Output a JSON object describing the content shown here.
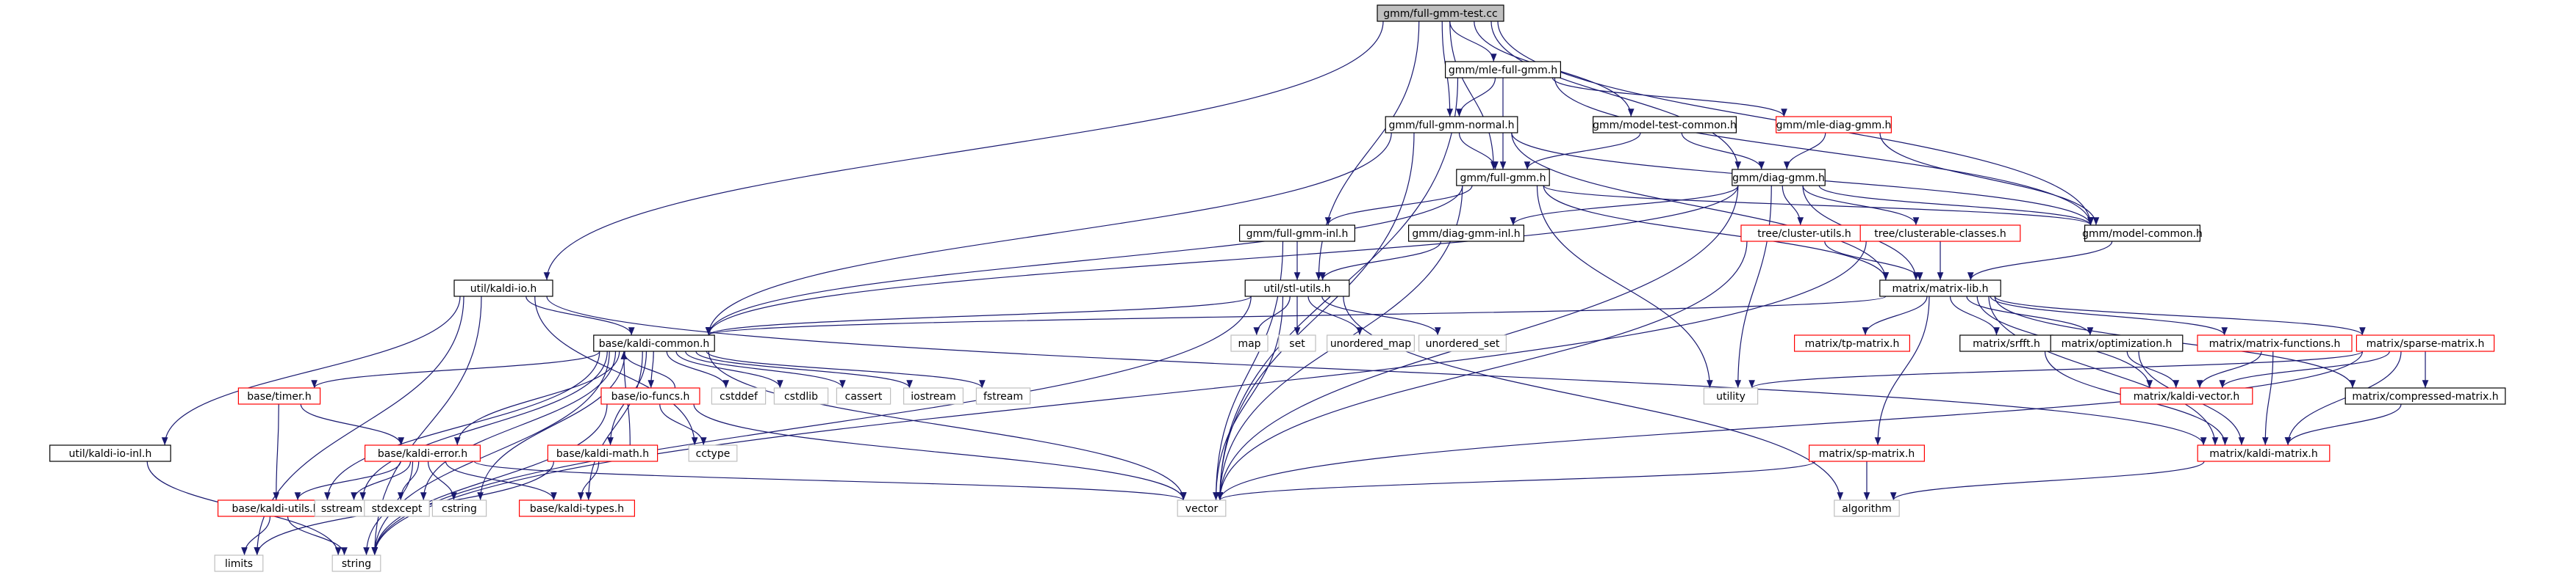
{
  "colors": {
    "edge": "#191970",
    "root_fill": "#bfbfbf",
    "black_border": "#000000",
    "red_border": "#ff0000",
    "gray_border": "#bfbfbf",
    "text": "#000000"
  },
  "nodes": [
    {
      "id": "root",
      "label": "gmm/full-gmm-test.cc",
      "style": "root"
    },
    {
      "id": "mle_full",
      "label": "gmm/mle-full-gmm.h",
      "style": "black"
    },
    {
      "id": "full_normal",
      "label": "gmm/full-gmm-normal.h",
      "style": "black"
    },
    {
      "id": "model_test",
      "label": "gmm/model-test-common.h",
      "style": "black"
    },
    {
      "id": "mle_diag",
      "label": "gmm/mle-diag-gmm.h",
      "style": "red"
    },
    {
      "id": "full_gmm",
      "label": "gmm/full-gmm.h",
      "style": "black"
    },
    {
      "id": "diag_gmm",
      "label": "gmm/diag-gmm.h",
      "style": "black"
    },
    {
      "id": "full_gmm_inl",
      "label": "gmm/full-gmm-inl.h",
      "style": "black"
    },
    {
      "id": "diag_gmm_inl",
      "label": "gmm/diag-gmm-inl.h",
      "style": "black"
    },
    {
      "id": "cluster_utils",
      "label": "tree/cluster-utils.h",
      "style": "red"
    },
    {
      "id": "clusterable",
      "label": "tree/clusterable-classes.h",
      "style": "red"
    },
    {
      "id": "model_common",
      "label": "gmm/model-common.h",
      "style": "black"
    },
    {
      "id": "kaldi_io",
      "label": "util/kaldi-io.h",
      "style": "black"
    },
    {
      "id": "stl_utils",
      "label": "util/stl-utils.h",
      "style": "black"
    },
    {
      "id": "matrix_lib",
      "label": "matrix/matrix-lib.h",
      "style": "black"
    },
    {
      "id": "kaldi_common",
      "label": "base/kaldi-common.h",
      "style": "black"
    },
    {
      "id": "map",
      "label": "map",
      "style": "gray"
    },
    {
      "id": "set",
      "label": "set",
      "style": "gray"
    },
    {
      "id": "unordered_map",
      "label": "unordered_map",
      "style": "gray"
    },
    {
      "id": "unordered_set",
      "label": "unordered_set",
      "style": "gray"
    },
    {
      "id": "tp_matrix",
      "label": "matrix/tp-matrix.h",
      "style": "red"
    },
    {
      "id": "srfft",
      "label": "matrix/srfft.h",
      "style": "black"
    },
    {
      "id": "optimization",
      "label": "matrix/optimization.h",
      "style": "black"
    },
    {
      "id": "matrix_functions",
      "label": "matrix/matrix-functions.h",
      "style": "red"
    },
    {
      "id": "sparse_matrix",
      "label": "matrix/sparse-matrix.h",
      "style": "red"
    },
    {
      "id": "timer",
      "label": "base/timer.h",
      "style": "red"
    },
    {
      "id": "io_funcs",
      "label": "base/io-funcs.h",
      "style": "red"
    },
    {
      "id": "cstddef",
      "label": "cstddef",
      "style": "gray"
    },
    {
      "id": "cstdlib",
      "label": "cstdlib",
      "style": "gray"
    },
    {
      "id": "cassert",
      "label": "cassert",
      "style": "gray"
    },
    {
      "id": "iostream",
      "label": "iostream",
      "style": "gray"
    },
    {
      "id": "fstream",
      "label": "fstream",
      "style": "gray"
    },
    {
      "id": "utility",
      "label": "utility",
      "style": "gray"
    },
    {
      "id": "kaldi_vector",
      "label": "matrix/kaldi-vector.h",
      "style": "red"
    },
    {
      "id": "compressed",
      "label": "matrix/compressed-matrix.h",
      "style": "black"
    },
    {
      "id": "kaldi_io_inl",
      "label": "util/kaldi-io-inl.h",
      "style": "black"
    },
    {
      "id": "kaldi_error",
      "label": "base/kaldi-error.h",
      "style": "red"
    },
    {
      "id": "cctype",
      "label": "cctype",
      "style": "gray"
    },
    {
      "id": "kaldi_math",
      "label": "base/kaldi-math.h",
      "style": "red"
    },
    {
      "id": "sp_matrix",
      "label": "matrix/sp-matrix.h",
      "style": "red"
    },
    {
      "id": "kaldi_matrix",
      "label": "matrix/kaldi-matrix.h",
      "style": "red"
    },
    {
      "id": "kaldi_utils",
      "label": "base/kaldi-utils.h",
      "style": "red"
    },
    {
      "id": "sstream",
      "label": "sstream",
      "style": "gray"
    },
    {
      "id": "stdexcept",
      "label": "stdexcept",
      "style": "gray"
    },
    {
      "id": "cstring",
      "label": "cstring",
      "style": "gray"
    },
    {
      "id": "kaldi_types",
      "label": "base/kaldi-types.h",
      "style": "red"
    },
    {
      "id": "vector",
      "label": "vector",
      "style": "gray"
    },
    {
      "id": "algorithm",
      "label": "algorithm",
      "style": "gray"
    },
    {
      "id": "limits",
      "label": "limits",
      "style": "gray"
    },
    {
      "id": "string",
      "label": "string",
      "style": "gray"
    }
  ],
  "edges": [
    [
      "root",
      "mle_full"
    ],
    [
      "root",
      "full_normal"
    ],
    [
      "root",
      "full_gmm"
    ],
    [
      "root",
      "model_test"
    ],
    [
      "root",
      "diag_gmm"
    ],
    [
      "root",
      "model_common"
    ],
    [
      "root",
      "kaldi_io"
    ],
    [
      "root",
      "stl_utils"
    ],
    [
      "mle_full",
      "full_normal"
    ],
    [
      "mle_full",
      "full_gmm"
    ],
    [
      "mle_full",
      "mle_diag"
    ],
    [
      "mle_full",
      "model_common"
    ],
    [
      "mle_full",
      "vector"
    ],
    [
      "full_normal",
      "full_gmm"
    ],
    [
      "full_normal",
      "kaldi_common"
    ],
    [
      "full_normal",
      "matrix_lib"
    ],
    [
      "full_normal",
      "vector"
    ],
    [
      "full_normal",
      "model_common"
    ],
    [
      "model_test",
      "full_gmm"
    ],
    [
      "model_test",
      "diag_gmm"
    ],
    [
      "mle_diag",
      "diag_gmm"
    ],
    [
      "mle_diag",
      "model_common"
    ],
    [
      "full_gmm",
      "full_gmm_inl"
    ],
    [
      "full_gmm",
      "kaldi_common"
    ],
    [
      "full_gmm",
      "model_common"
    ],
    [
      "full_gmm",
      "matrix_lib"
    ],
    [
      "full_gmm",
      "vector"
    ],
    [
      "full_gmm",
      "utility"
    ],
    [
      "diag_gmm",
      "diag_gmm_inl"
    ],
    [
      "diag_gmm",
      "cluster_utils"
    ],
    [
      "diag_gmm",
      "clusterable"
    ],
    [
      "diag_gmm",
      "model_common"
    ],
    [
      "diag_gmm",
      "matrix_lib"
    ],
    [
      "diag_gmm",
      "kaldi_common"
    ],
    [
      "diag_gmm",
      "vector"
    ],
    [
      "diag_gmm",
      "utility"
    ],
    [
      "full_gmm_inl",
      "stl_utils"
    ],
    [
      "full_gmm_inl",
      "vector"
    ],
    [
      "diag_gmm_inl",
      "stl_utils"
    ],
    [
      "cluster_utils",
      "matrix_lib"
    ],
    [
      "cluster_utils",
      "vector"
    ],
    [
      "clusterable",
      "matrix_lib"
    ],
    [
      "clusterable",
      "string"
    ],
    [
      "model_common",
      "matrix_lib"
    ],
    [
      "kaldi_io",
      "kaldi_common"
    ],
    [
      "kaldi_io",
      "kaldi_io_inl"
    ],
    [
      "kaldi_io",
      "kaldi_matrix"
    ],
    [
      "kaldi_io",
      "cctype"
    ],
    [
      "kaldi_io",
      "limits"
    ],
    [
      "kaldi_io",
      "string"
    ],
    [
      "stl_utils",
      "kaldi_common"
    ],
    [
      "stl_utils",
      "map"
    ],
    [
      "stl_utils",
      "set"
    ],
    [
      "stl_utils",
      "unordered_map"
    ],
    [
      "stl_utils",
      "unordered_set"
    ],
    [
      "stl_utils",
      "algorithm"
    ],
    [
      "stl_utils",
      "vector"
    ],
    [
      "stl_utils",
      "string"
    ],
    [
      "matrix_lib",
      "kaldi_common"
    ],
    [
      "matrix_lib",
      "tp_matrix"
    ],
    [
      "matrix_lib",
      "srfft"
    ],
    [
      "matrix_lib",
      "optimization"
    ],
    [
      "matrix_lib",
      "matrix_functions"
    ],
    [
      "matrix_lib",
      "sparse_matrix"
    ],
    [
      "matrix_lib",
      "kaldi_vector"
    ],
    [
      "matrix_lib",
      "kaldi_matrix"
    ],
    [
      "matrix_lib",
      "sp_matrix"
    ],
    [
      "matrix_lib",
      "compressed"
    ],
    [
      "kaldi_common",
      "timer"
    ],
    [
      "kaldi_common",
      "io_funcs"
    ],
    [
      "kaldi_common",
      "kaldi_error"
    ],
    [
      "kaldi_common",
      "kaldi_math"
    ],
    [
      "kaldi_common",
      "kaldi_utils"
    ],
    [
      "kaldi_common",
      "kaldi_types"
    ],
    [
      "kaldi_common",
      "cstddef"
    ],
    [
      "kaldi_common",
      "cstdlib"
    ],
    [
      "kaldi_common",
      "cassert"
    ],
    [
      "kaldi_common",
      "iostream"
    ],
    [
      "kaldi_common",
      "fstream"
    ],
    [
      "kaldi_common",
      "sstream"
    ],
    [
      "kaldi_common",
      "stdexcept"
    ],
    [
      "kaldi_common",
      "cstring"
    ],
    [
      "kaldi_common",
      "vector"
    ],
    [
      "kaldi_common",
      "string"
    ],
    [
      "timer",
      "kaldi_error"
    ],
    [
      "timer",
      "kaldi_utils"
    ],
    [
      "io_funcs",
      "kaldi_common"
    ],
    [
      "io_funcs",
      "cctype"
    ],
    [
      "io_funcs",
      "vector"
    ],
    [
      "io_funcs",
      "string"
    ],
    [
      "kaldi_error",
      "kaldi_utils"
    ],
    [
      "kaldi_error",
      "kaldi_types"
    ],
    [
      "kaldi_error",
      "sstream"
    ],
    [
      "kaldi_error",
      "stdexcept"
    ],
    [
      "kaldi_error",
      "cstring"
    ],
    [
      "kaldi_error",
      "vector"
    ],
    [
      "kaldi_error",
      "string"
    ],
    [
      "kaldi_math",
      "kaldi_common"
    ],
    [
      "kaldi_math",
      "kaldi_types"
    ],
    [
      "kaldi_math",
      "limits"
    ],
    [
      "kaldi_utils",
      "limits"
    ],
    [
      "kaldi_utils",
      "string"
    ],
    [
      "kaldi_io_inl",
      "string"
    ],
    [
      "srfft",
      "kaldi_matrix"
    ],
    [
      "optimization",
      "kaldi_vector"
    ],
    [
      "optimization",
      "kaldi_matrix"
    ],
    [
      "matrix_functions",
      "kaldi_vector"
    ],
    [
      "matrix_functions",
      "kaldi_matrix"
    ],
    [
      "sparse_matrix",
      "kaldi_vector"
    ],
    [
      "sparse_matrix",
      "kaldi_matrix"
    ],
    [
      "sparse_matrix",
      "compressed"
    ],
    [
      "sparse_matrix",
      "utility"
    ],
    [
      "sparse_matrix",
      "vector"
    ],
    [
      "compressed",
      "kaldi_matrix"
    ],
    [
      "sp_matrix",
      "vector"
    ],
    [
      "sp_matrix",
      "algorithm"
    ],
    [
      "kaldi_matrix",
      "algorithm"
    ]
  ]
}
